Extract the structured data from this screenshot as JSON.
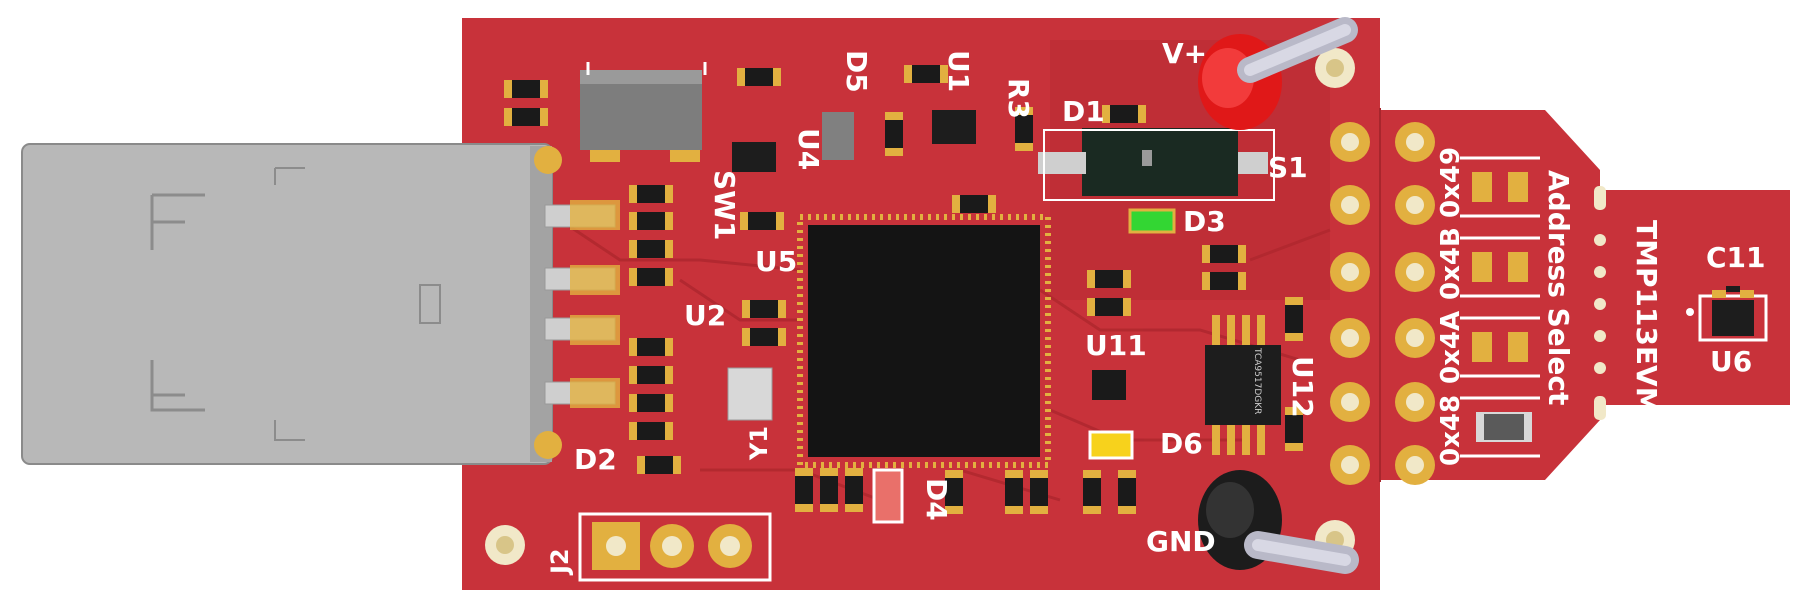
{
  "board": {
    "name": "TMP113EVM",
    "colors": {
      "pcb": "#c8323a",
      "pcb_dark": "#a8262d",
      "silkscreen": "#ffffff",
      "pad_gold": "#e2b040",
      "chip_black": "#141414",
      "usb_grey": "#b8b8b8",
      "red_terminal": "#e01818",
      "black_terminal": "#1c1c1c",
      "led_green": "#33d633",
      "led_yellow": "#f7d21c",
      "led_red": "#e9706a"
    }
  },
  "labels": {
    "vplus": "V+",
    "gnd": "GND",
    "d1": "D1",
    "d2": "D2",
    "d3": "D3",
    "d4": "D4",
    "d5": "D5",
    "d6": "D6",
    "s1": "S1",
    "sw1": "SW1",
    "u1": "U1",
    "u2": "U2",
    "u4": "U4",
    "u5": "U5",
    "u6": "U6",
    "u11": "U11",
    "u12": "U12",
    "r3": "R3",
    "y1": "Y1",
    "j2": "J2",
    "c11": "C11",
    "addr_0x48": "0x48",
    "addr_0x4a": "0x4A",
    "addr_0x4b": "0x4B",
    "addr_0x49": "0x49",
    "address_select": "Address Select",
    "board_name": "TMP113EVM",
    "u12_marking": "TCA9517DGKR"
  }
}
